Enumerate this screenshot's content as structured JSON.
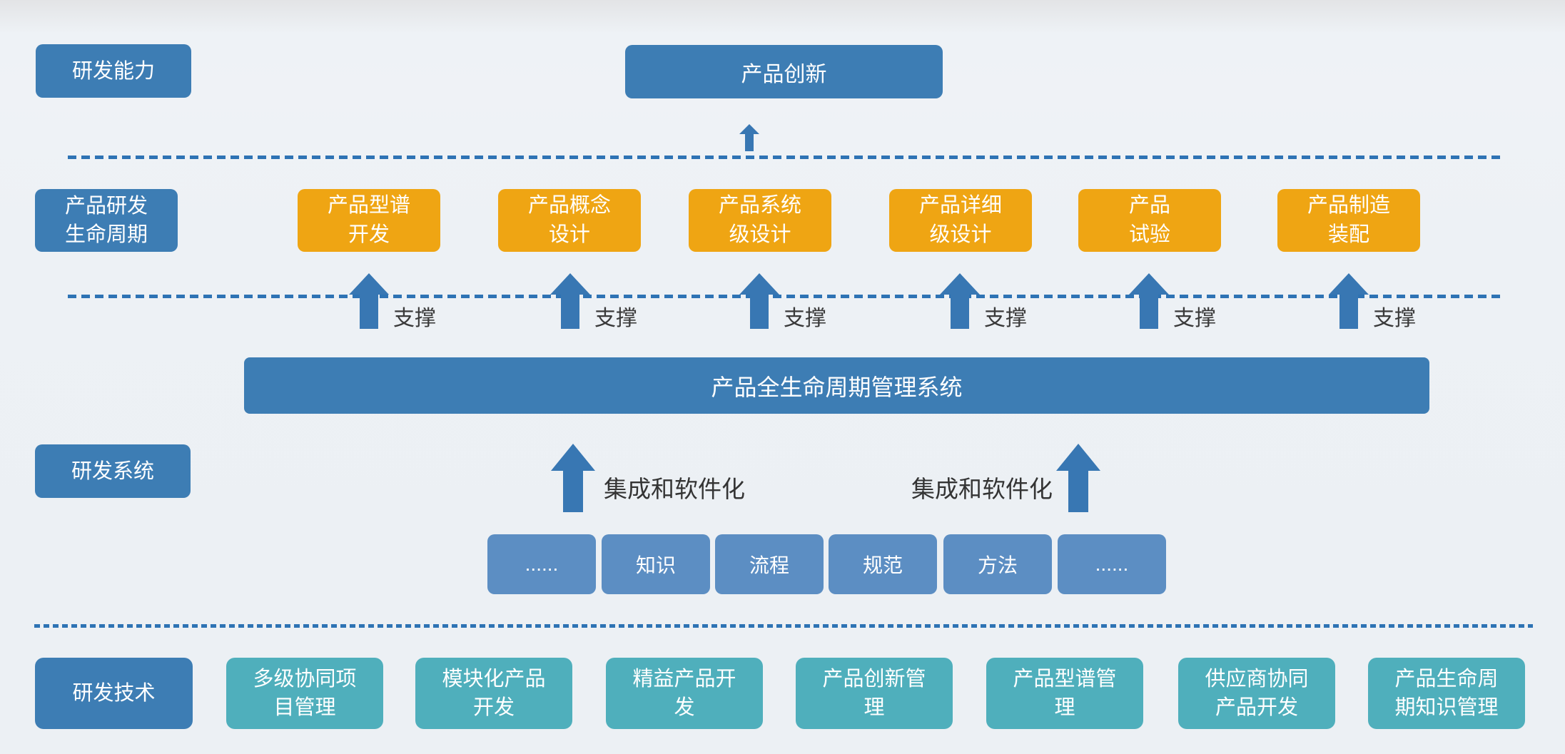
{
  "palette": {
    "steel_blue": "#3D7DB4",
    "orange": "#EFA513",
    "light_blue": "#5C8EC3",
    "teal": "#4FAFBC",
    "arrow_blue": "#3877B3",
    "dash_blue": "#2E73B4",
    "box_text": "#FFFFFF",
    "annotation_text": "#3A3A3A",
    "background": "#EDF1F5"
  },
  "left_labels": {
    "capability": "研发能力",
    "lifecycle": "产品研发\n生命周期",
    "system": "研发系统",
    "technology": "研发技术"
  },
  "innovation": {
    "label": "产品创新"
  },
  "lifecycle_stages": [
    {
      "label": "产品型谱\n开发"
    },
    {
      "label": "产品概念\n设计"
    },
    {
      "label": "产品系统\n级设计"
    },
    {
      "label": "产品详细\n级设计"
    },
    {
      "label": "产品\n试验"
    },
    {
      "label": "产品制造\n装配"
    }
  ],
  "support_label": "支撑",
  "plm_bar": {
    "label": "产品全生命周期管理系统"
  },
  "integration_label": "集成和软件化",
  "system_elements": [
    {
      "label": "......"
    },
    {
      "label": "知识"
    },
    {
      "label": "流程"
    },
    {
      "label": "规范"
    },
    {
      "label": "方法"
    },
    {
      "label": "......"
    }
  ],
  "technologies": [
    {
      "label": "多级协同项\n目管理"
    },
    {
      "label": "模块化产品\n开发"
    },
    {
      "label": "精益产品开\n发"
    },
    {
      "label": "产品创新管\n理"
    },
    {
      "label": "产品型谱管\n理"
    },
    {
      "label": "供应商协同\n产品开发"
    },
    {
      "label": "产品生命周\n期知识管理"
    }
  ]
}
